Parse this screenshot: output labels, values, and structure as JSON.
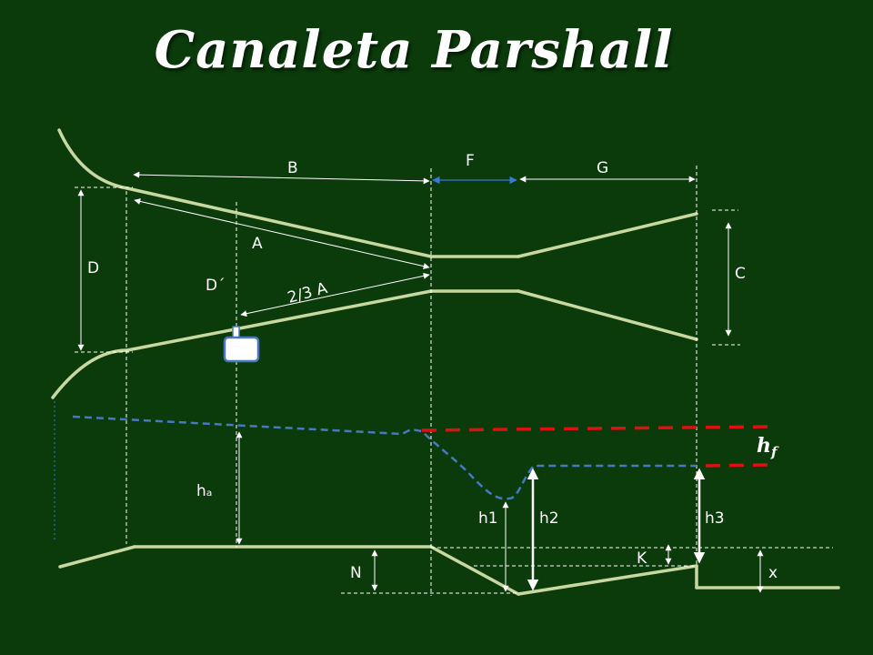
{
  "title": "Canaleta Parshall",
  "labels": {
    "A": "A",
    "B": "B",
    "C": "C",
    "D": "D",
    "D_prime": "D´",
    "F": "F",
    "G": "G",
    "two_thirds_A": "2/3  A",
    "ha": "hₐ",
    "h1": "h1",
    "h2": "h2",
    "h3": "h3",
    "K": "K",
    "N": "N",
    "x": "x",
    "hf_main": "h",
    "hf_sub": "f"
  },
  "colors": {
    "background": "#0b3a0b",
    "channel_walls": "#c8d8a0",
    "water_line": "#4a78c0",
    "head_loss_line": "#dd1111",
    "annotation": "#ffffff",
    "gauge_well_stroke": "#4a78c0",
    "gauge_well_fill": "#ffffff"
  }
}
